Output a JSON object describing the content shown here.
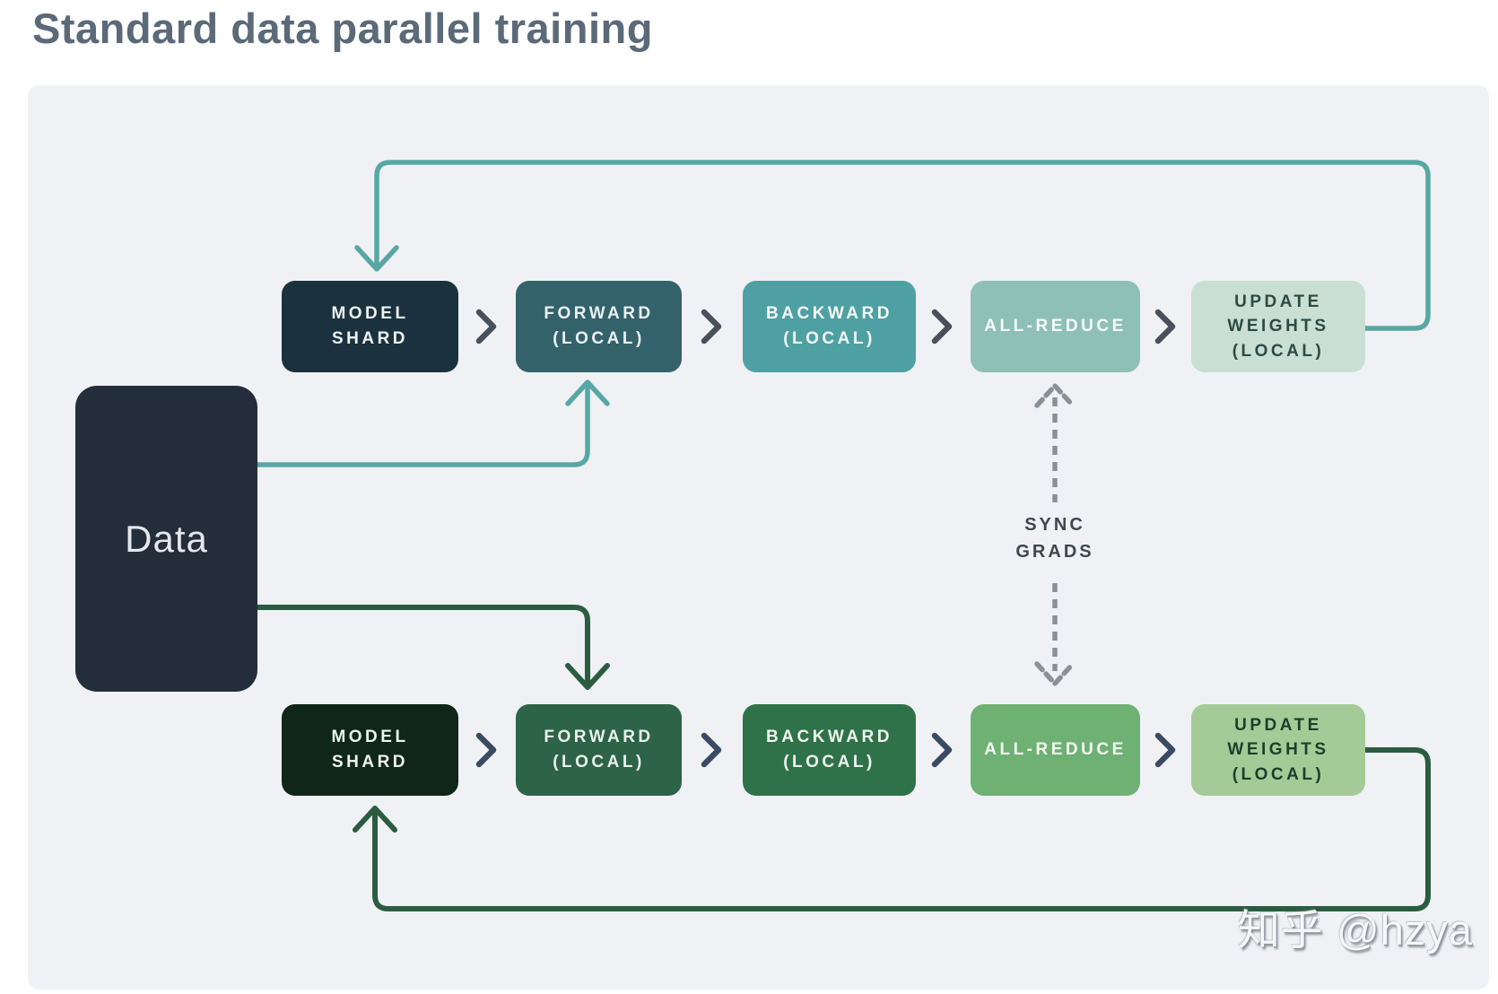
{
  "title": "Standard data parallel training",
  "watermark": "知乎 @hzya",
  "data_box": {
    "label": "Data",
    "bg": "#232e3a",
    "fg": "#e4e8ec"
  },
  "sync": {
    "label": "SYNC\nGRADS",
    "color": "#3f464d"
  },
  "colors": {
    "page_bg": "#ffffff",
    "panel_bg": "#eff1f4",
    "title": "#5b6a79",
    "teal_line": "#58a7a4",
    "green_line": "#2b5c40",
    "dashed_line": "#8b9096",
    "chevron_top": "#47505b",
    "chevron_bottom": "#3a4a63"
  },
  "rows": [
    {
      "name": "gpu-top",
      "boxes": [
        {
          "label": "MODEL\nSHARD",
          "bg": "#1b323e",
          "fg": "#eef4f5"
        },
        {
          "label": "FORWARD\n(LOCAL)",
          "bg": "#34626b",
          "fg": "#e9f2f3"
        },
        {
          "label": "BACKWARD\n(LOCAL)",
          "bg": "#4fa0a2",
          "fg": "#f4f9f9"
        },
        {
          "label": "ALL-REDUCE",
          "bg": "#8fc0b7",
          "fg": "#f6fbfa"
        },
        {
          "label": "UPDATE\nWEIGHTS\n(LOCAL)",
          "bg": "#c9dfd4",
          "fg": "#2c4a44"
        }
      ]
    },
    {
      "name": "gpu-bottom",
      "boxes": [
        {
          "label": "MODEL\nSHARD",
          "bg": "#102619",
          "fg": "#eef4f0"
        },
        {
          "label": "FORWARD\n(LOCAL)",
          "bg": "#2d6347",
          "fg": "#e9f2ec"
        },
        {
          "label": "BACKWARD\n(LOCAL)",
          "bg": "#2f7249",
          "fg": "#eef6f0"
        },
        {
          "label": "ALL-REDUCE",
          "bg": "#6fb173",
          "fg": "#f3faf3"
        },
        {
          "label": "UPDATE\nWEIGHTS\n(LOCAL)",
          "bg": "#a4cb97",
          "fg": "#1d3e2b"
        }
      ]
    }
  ]
}
